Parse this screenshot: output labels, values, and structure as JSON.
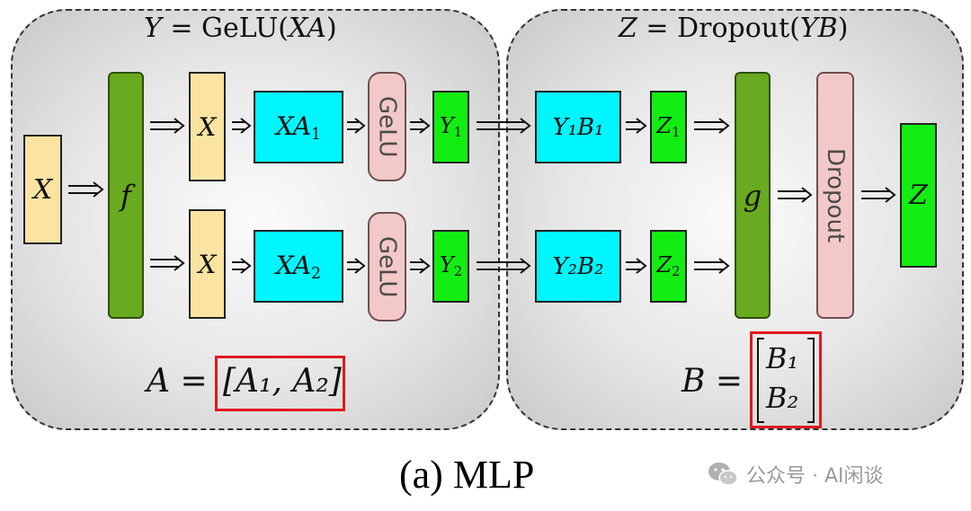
{
  "left_panel": {
    "title_lhs": "Y",
    "title_eq": " = GeLU(",
    "title_arg": "XA",
    "title_close": ")",
    "input": "X",
    "f_label": "f",
    "rows": [
      {
        "x": "X",
        "xa": "XA",
        "xa_sub": "1",
        "gelu": "GeLU",
        "y": "Y",
        "y_sub": "1"
      },
      {
        "x": "X",
        "xa": "XA",
        "xa_sub": "2",
        "gelu": "GeLU",
        "y": "Y",
        "y_sub": "2"
      }
    ],
    "eq_lhs": "A",
    "eq_sign": "=",
    "eq_rhs": "[A₁, A₂]"
  },
  "right_panel": {
    "title_lhs": "Z",
    "title_eq": " = Dropout(",
    "title_arg": "YB",
    "title_close": ")",
    "rows": [
      {
        "yb": "Y₁B₁",
        "z": "Z",
        "z_sub": "1"
      },
      {
        "yb": "Y₂B₂",
        "z": "Z",
        "z_sub": "2"
      }
    ],
    "g_label": "g",
    "dropout": "Dropout",
    "output": "Z",
    "eq_lhs": "B",
    "eq_sign": "=",
    "eq_b1": "B₁",
    "eq_b2": "B₂"
  },
  "caption": "(a) MLP",
  "watermark": "公众号 · AI闲谈",
  "colors": {
    "input": "#fbe3a2",
    "matmul": "#00f6ff",
    "output": "#12ee12",
    "collective": "#68aa20",
    "activation": "#f3c8c8",
    "highlight": "#e0181e"
  }
}
